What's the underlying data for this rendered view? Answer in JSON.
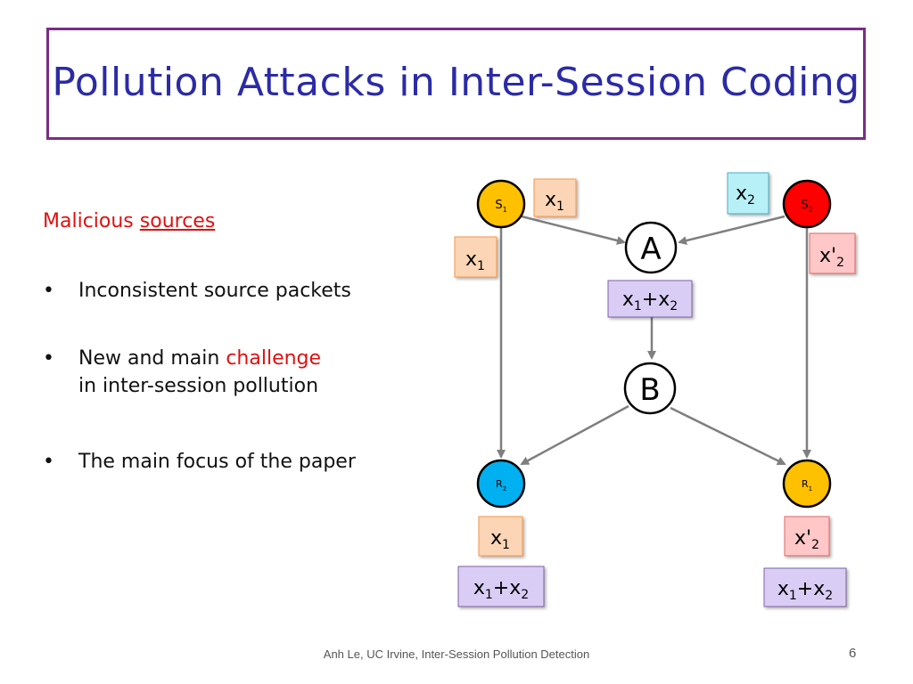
{
  "title": "Pollution Attacks in Inter-Session Coding",
  "left_panel": {
    "heading_prefix": "Malicious ",
    "heading_emphasis": "sources",
    "bullets": [
      {
        "marker": "•",
        "text": "Inconsistent source packets"
      },
      {
        "marker": "•",
        "line1_prefix": "New and main ",
        "line1_highlight": "challenge",
        "line2": "in inter-session pollution"
      },
      {
        "marker": "•",
        "text": "The main focus of the paper"
      }
    ]
  },
  "diagram": {
    "nodes": {
      "s1": {
        "label": "S",
        "sub": "1",
        "color": "#ffc000"
      },
      "s2": {
        "label": "S",
        "sub": "2",
        "color": "#ff0000"
      },
      "a": {
        "label": "A",
        "color": "#ffffff"
      },
      "b": {
        "label": "B",
        "color": "#ffffff"
      },
      "r2": {
        "label": "R",
        "sub": "2",
        "color": "#00b0f0"
      },
      "r1": {
        "label": "R",
        "sub": "1",
        "color": "#ffc000"
      }
    },
    "packets": {
      "x1": {
        "base": "x",
        "sub": "1"
      },
      "x2": {
        "base": "x",
        "sub": "2"
      },
      "x2_prime": {
        "base": "x'",
        "sub": "2"
      },
      "sum_a": "x",
      "sum_sub_a": "1",
      "sum_plus": "+",
      "sum_b": "x",
      "sum_sub_b": "2"
    },
    "packet_colors": {
      "orange": "#fbd5b5",
      "cyan": "#b7f0f7",
      "pink": "#ffc7c7",
      "purple": "#d9cdf5"
    }
  },
  "footer": "Anh Le,  UC Irvine, Inter-Session Pollution Detection",
  "page_number": "6"
}
